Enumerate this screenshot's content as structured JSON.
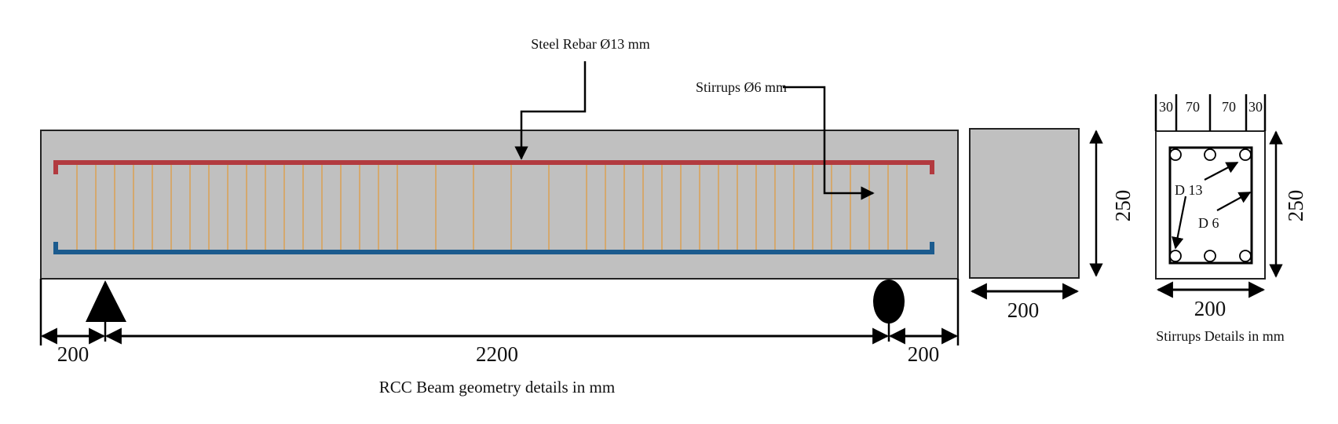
{
  "beam": {
    "rebar_label": "Steel Rebar Ø13 mm",
    "stirrup_label": "Stirrups Ø6 mm",
    "dim_left": "200",
    "dim_span": "2200",
    "dim_right": "200",
    "caption": "RCC Beam geometry details in mm"
  },
  "section": {
    "height": "250",
    "width": "200"
  },
  "stirrup_detail": {
    "top_dims": [
      "30",
      "70",
      "70",
      "30"
    ],
    "bar_label": "D 13",
    "stirrup_label": "D 6",
    "height": "250",
    "width": "200",
    "caption": "Stirrups Details in mm"
  },
  "colors": {
    "concrete": "#c0c0c0",
    "top_rebar": "#b23a3f",
    "bottom_rebar": "#1b5b8e",
    "stirrup": "#d4a86e"
  }
}
